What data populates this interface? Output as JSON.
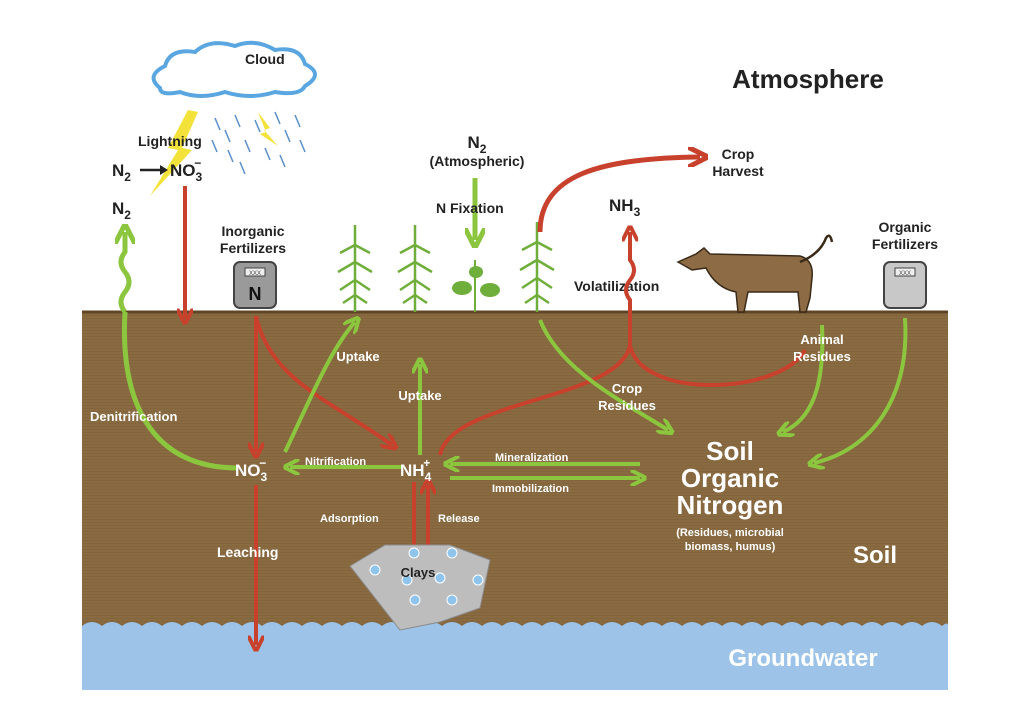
{
  "title": "Atmosphere",
  "colors": {
    "soil": "#8a6a41",
    "groundwater": "#9dc4e8",
    "loss_arrow": "#c8412d",
    "gain_arrow": "#8cc63f",
    "cloud": "#5aa6e0",
    "lightning": "#f2e23a"
  },
  "atmosphere": {
    "cloud": "Cloud",
    "lightning": "Lightning",
    "lightning_reaction": {
      "reactant": "N",
      "reactant_sub": "2",
      "product": "NO",
      "product_sub": "3",
      "product_sup": "−"
    },
    "denitrification_gas": {
      "base": "N",
      "sub": "2"
    },
    "inorganic_fertilizers": [
      "Inorganic",
      "Fertilizers"
    ],
    "bag_label": "N",
    "bag_code": "XXX",
    "atmospheric_n2": {
      "base": "N",
      "sub": "2",
      "note": "(Atmospheric)"
    },
    "n_fixation": "N Fixation",
    "crop_harvest": [
      "Crop",
      "Harvest"
    ],
    "nh3": {
      "base": "NH",
      "sub": "3"
    },
    "volatilization": "Volatilization",
    "organic_fertilizers": [
      "Organic",
      "Fertilizers"
    ]
  },
  "soil": {
    "label": "Soil",
    "uptake_1": "Uptake",
    "uptake_2": "Uptake",
    "denitrification": "Denitrification",
    "crop_residues": [
      "Crop",
      "Residues"
    ],
    "animal_residues": [
      "Animal",
      "Residues"
    ],
    "nitrate": {
      "base": "NO",
      "sub": "3",
      "sup": "−"
    },
    "ammonium": {
      "base": "NH",
      "sub": "4",
      "sup": "+"
    },
    "nitrification": "Nitrification",
    "mineralization": "Mineralization",
    "immobilization": "Immobilization",
    "soil_organic_nitrogen": [
      "Soil",
      "Organic",
      "Nitrogen"
    ],
    "son_note": [
      "(Residues, microbial",
      "biomass, humus)"
    ],
    "adsorption": "Adsorption",
    "release": "Release",
    "leaching": "Leaching",
    "clays": "Clays"
  },
  "groundwater": "Groundwater"
}
